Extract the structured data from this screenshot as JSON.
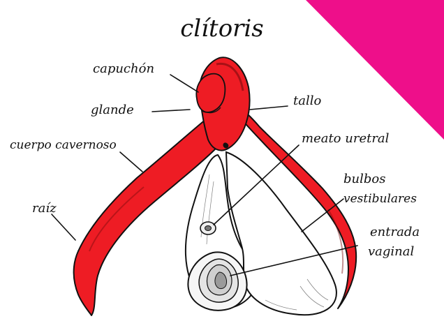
{
  "title": "clítoris",
  "labels": {
    "capuchon": "capuchón",
    "glande": "glande",
    "tallo": "tallo",
    "cuerpo_cavernoso": "cuerpo cavernoso",
    "meato_uretral": "meato uretral",
    "bulbos_line1": "bulbos",
    "bulbos_line2": "vestibulares",
    "raiz": "raíz",
    "entrada_line1": "entrada",
    "entrada_line2": "vaginal"
  },
  "colors": {
    "clitoris_red": "#ee1c24",
    "corner_pink": "#ee0f8a",
    "ink": "#111111",
    "background": "#ffffff"
  }
}
